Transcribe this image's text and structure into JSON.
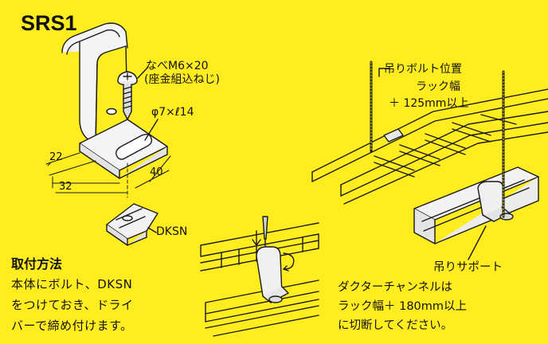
{
  "title": "SRS1",
  "screw_label": "なべM6×20",
  "screw_sublabel": "(座金組込ねじ)",
  "hole_label": "φ7×ℓ14",
  "dims": {
    "d22": "22",
    "d32": "32",
    "d40": "40"
  },
  "nut_label": "DKSN",
  "method": {
    "heading": "取付方法",
    "lines": [
      "本体にボルト、DKSN",
      "をつけておき、ドライ",
      "バーで締め付けます。"
    ]
  },
  "bolt_note": [
    "吊りボルト位置",
    "ラック幅",
    "＋ 125mm以上"
  ],
  "support_label": "吊りサポート",
  "channel_note": [
    "ダクターチャンネルは",
    "ラック幅＋ 180mm以上",
    "に切断してください。"
  ]
}
